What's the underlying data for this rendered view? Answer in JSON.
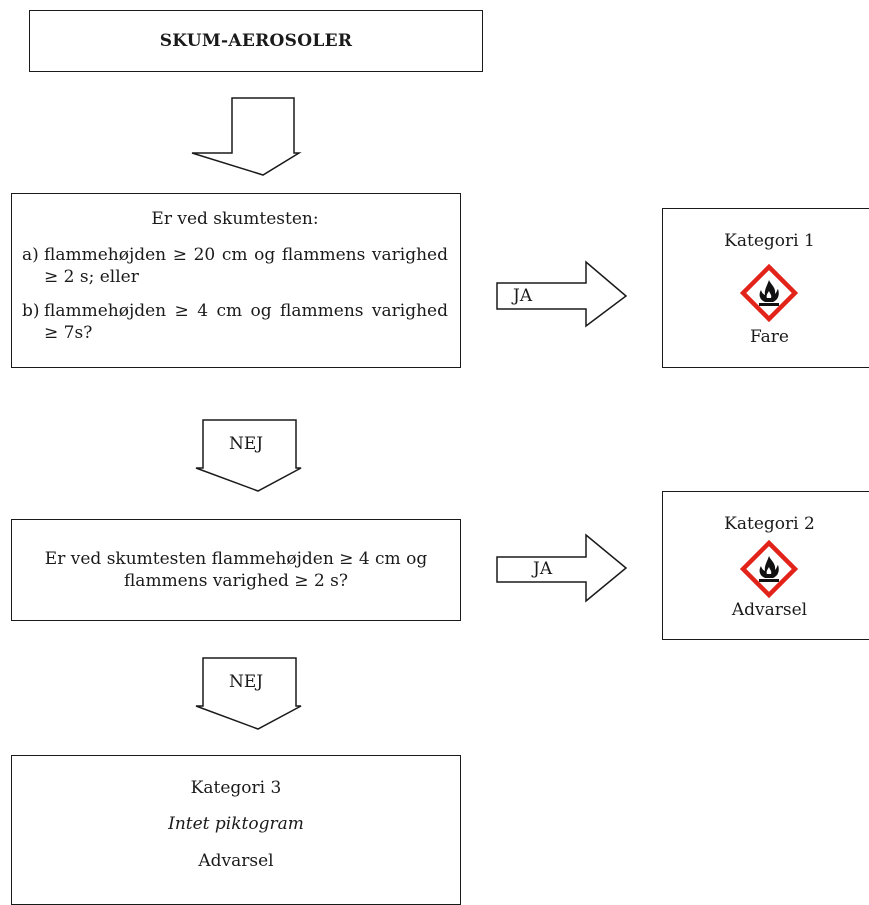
{
  "title": "SKUM-AEROSOLER",
  "question1": {
    "heading": "Er ved skumtesten:",
    "items": [
      {
        "label": "a)",
        "text": "flammehøjden ≥ 20 cm og flammens varighed ≥ 2 s; eller"
      },
      {
        "label": "b)",
        "text": "flammehøjden ≥ 4 cm og flammens varighed ≥ 7s?"
      }
    ]
  },
  "question2": {
    "text": "Er ved skumtesten flammehøjden ≥ 4 cm og flammens varighed ≥ 2 s?"
  },
  "arrows": {
    "yes": "JA",
    "no": "NEJ"
  },
  "category1": {
    "label": "Kategori 1",
    "pictogram": "flame-pictogram",
    "signal_word": "Fare"
  },
  "category2": {
    "label": "Kategori 2",
    "pictogram": "flame-pictogram",
    "signal_word": "Advarsel"
  },
  "category3": {
    "label": "Kategori 3",
    "pictogram_text": "Intet piktogram",
    "signal_word": "Advarsel"
  },
  "colors": {
    "pictogram_border": "#e2231a",
    "line": "#1a1a1a"
  }
}
